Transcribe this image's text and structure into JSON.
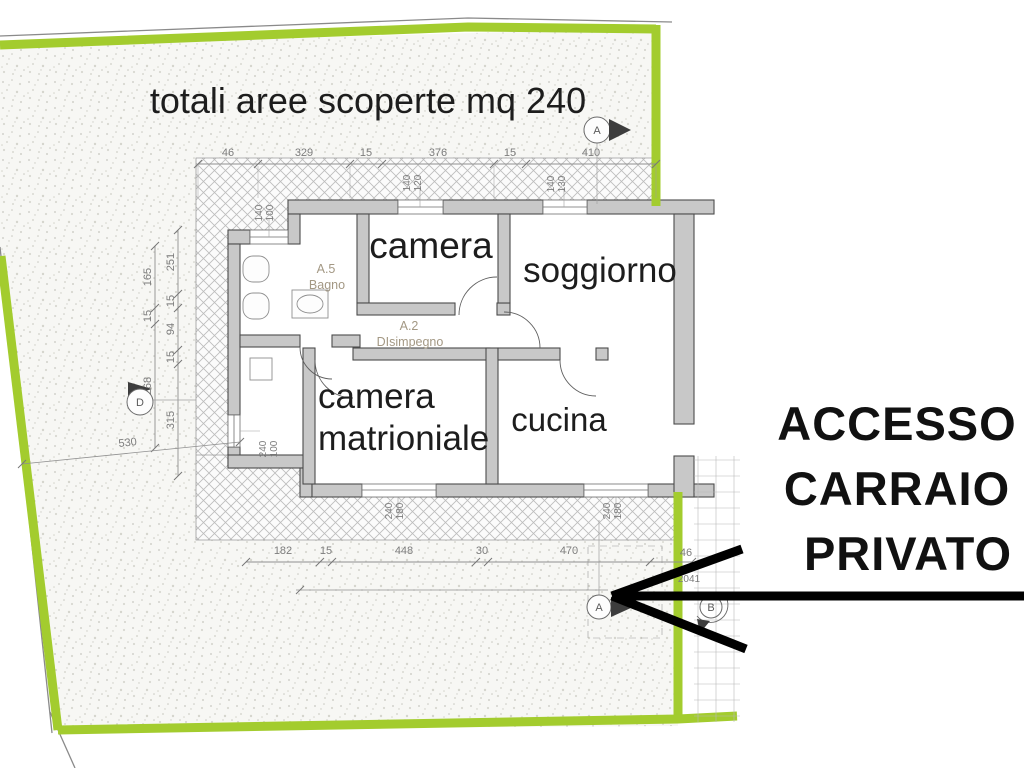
{
  "title": "totali aree scoperte mq 240",
  "access_note": {
    "line1": "ACCESSO",
    "line2": "CARRAIO",
    "line3": "PRIVATO"
  },
  "rooms": {
    "camera": "camera",
    "soggiorno": "soggiorno",
    "camera_matrimoniale_line1": "camera",
    "camera_matrimoniale_line2": "matrioniale",
    "cucina": "cucina",
    "bagno_code": "A.5",
    "bagno_label": "Bagno",
    "disimpegno_code": "A.2",
    "disimpegno_label": "DIsimpegno"
  },
  "markers": {
    "a_top": "A",
    "d_left": "D",
    "a_bottom": "A",
    "b_right": "B"
  },
  "dimensions": {
    "top": [
      "46",
      "329",
      "15",
      "376",
      "15",
      "410"
    ],
    "left_outer": [
      "165",
      "15",
      "268"
    ],
    "left_inner": [
      "251",
      "15",
      "94",
      "15",
      "315"
    ],
    "bottom": [
      "182",
      "15",
      "448",
      "30",
      "470",
      "46"
    ],
    "bottom_total": "2041",
    "diagonal": "530",
    "windows": {
      "top1": [
        "140",
        "120"
      ],
      "top2": [
        "140",
        "130"
      ],
      "bagno": [
        "140",
        "100"
      ],
      "left": [
        "240",
        "100"
      ],
      "bottom1": [
        "240",
        "180"
      ],
      "bottom2": [
        "240",
        "180"
      ]
    }
  },
  "colors": {
    "boundary_green": "#a3cc2e",
    "wall_fill": "#c8c8c8",
    "hatch_line": "#bcbcbc",
    "dim_gray": "#7c7c7c",
    "small_label_tan": "#a39884",
    "arrow_black": "#000000"
  }
}
